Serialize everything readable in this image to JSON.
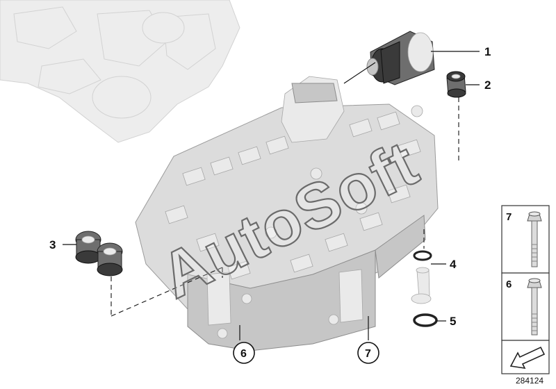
{
  "callouts": {
    "c1": "1",
    "c2": "2",
    "c3": "3",
    "c4": "4",
    "c5": "5",
    "c6": "6",
    "c7": "7"
  },
  "legend": {
    "item_top": "7",
    "item_bottom": "6"
  },
  "watermark_text": "AutoSoft",
  "diagram_id": "284124",
  "colors": {
    "part_fill": "#dcdcdc",
    "part_stroke": "#9a9a9a",
    "rubber": "#3a3a3a"
  }
}
